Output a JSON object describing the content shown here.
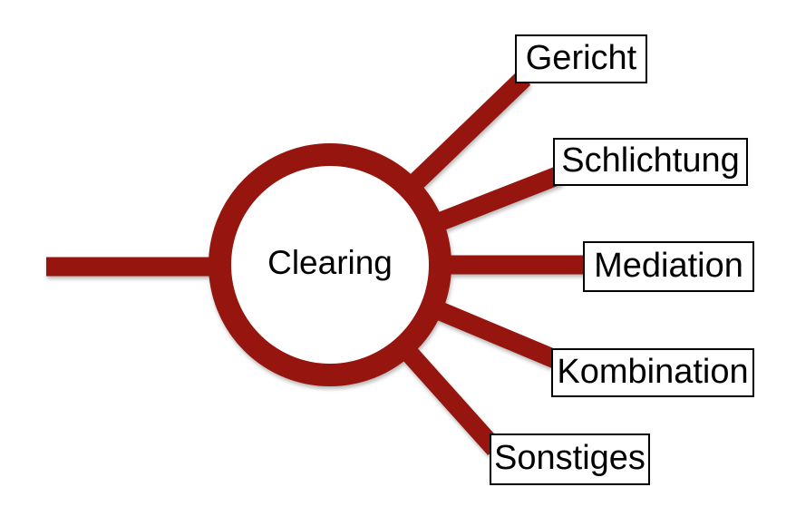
{
  "colors": {
    "accent": "#96150E",
    "box_border": "#000000",
    "box_background": "#FFFFFF",
    "label_text": "#000000",
    "background": "#FFFFFF"
  },
  "diagram": {
    "center_label": "Clearing",
    "branches": [
      {
        "label": "Gericht"
      },
      {
        "label": "Schlichtung"
      },
      {
        "label": "Mediation"
      },
      {
        "label": "Kombination"
      },
      {
        "label": "Sonstiges"
      }
    ]
  }
}
